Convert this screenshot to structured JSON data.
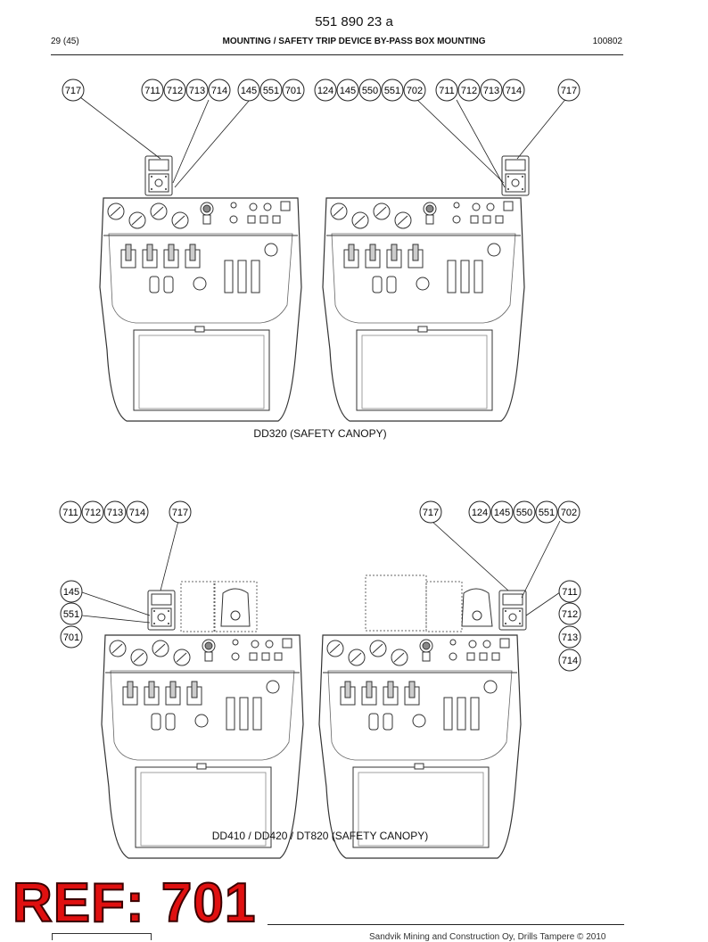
{
  "header": {
    "doc_number": "551 890 23 a",
    "page": "29 (45)",
    "title": "MOUNTING / SAFETY TRIP DEVICE BY-PASS BOX MOUNTING",
    "date_code": "100802"
  },
  "figures": [
    {
      "caption": "DD320  (SAFETY CANOPY)"
    },
    {
      "caption": "DD410 / DD420 / DT820  (SAFETY CANOPY)"
    }
  ],
  "callouts": {
    "fig1_left_group_a": [
      "717"
    ],
    "fig1_left_group_b": [
      "711",
      "712",
      "713",
      "714"
    ],
    "fig1_left_group_c": [
      "145",
      "551",
      "701"
    ],
    "fig1_right_group_a": [
      "124",
      "145",
      "550",
      "551",
      "702"
    ],
    "fig1_right_group_b": [
      "711",
      "712",
      "713",
      "714"
    ],
    "fig1_right_group_c": [
      "717"
    ],
    "fig2_left_top": [
      "711",
      "712",
      "713",
      "714"
    ],
    "fig2_left_717": [
      "717"
    ],
    "fig2_left_side": [
      "145",
      "551",
      "701"
    ],
    "fig2_right_717": [
      "717"
    ],
    "fig2_right_top": [
      "124",
      "145",
      "550",
      "551",
      "702"
    ],
    "fig2_right_side": [
      "711",
      "712",
      "713",
      "714"
    ]
  },
  "stamp": {
    "text": "REF: 701",
    "color": "#e01010"
  },
  "footer": {
    "text": "Sandvik Mining and Construction Oy, Drills Tampere © 2010"
  }
}
